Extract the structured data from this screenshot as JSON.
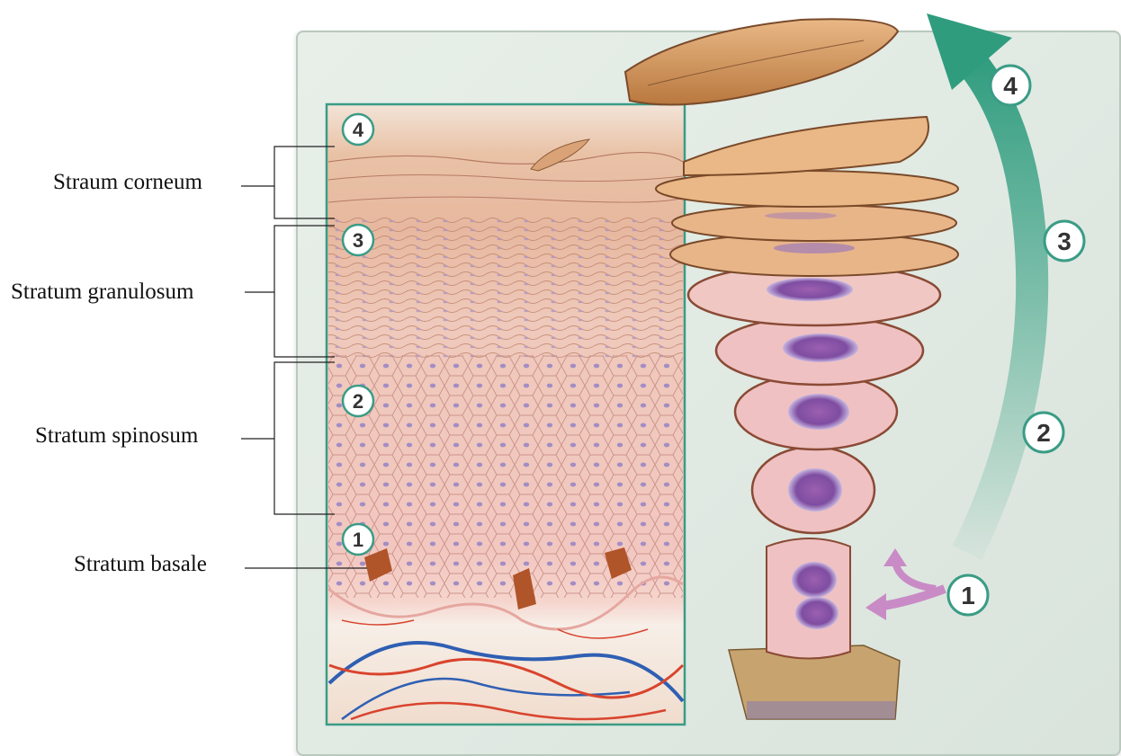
{
  "labels": {
    "corneum": "Straum corneum",
    "granulosum": "Stratum granulosum",
    "spinosum": "Stratum spinosum",
    "basale": "Stratum basale"
  },
  "section_markers": [
    "4",
    "3",
    "2",
    "1"
  ],
  "cycle_markers": [
    "4",
    "3",
    "2",
    "1"
  ],
  "colors": {
    "cycle_arrow": "#3fa488",
    "cell_pink": "#f2c7bf",
    "corneum_tan": "#e8b589",
    "nucleus": "#8c5aa8",
    "artery": "#d9442e",
    "vein": "#2f5fb3"
  }
}
